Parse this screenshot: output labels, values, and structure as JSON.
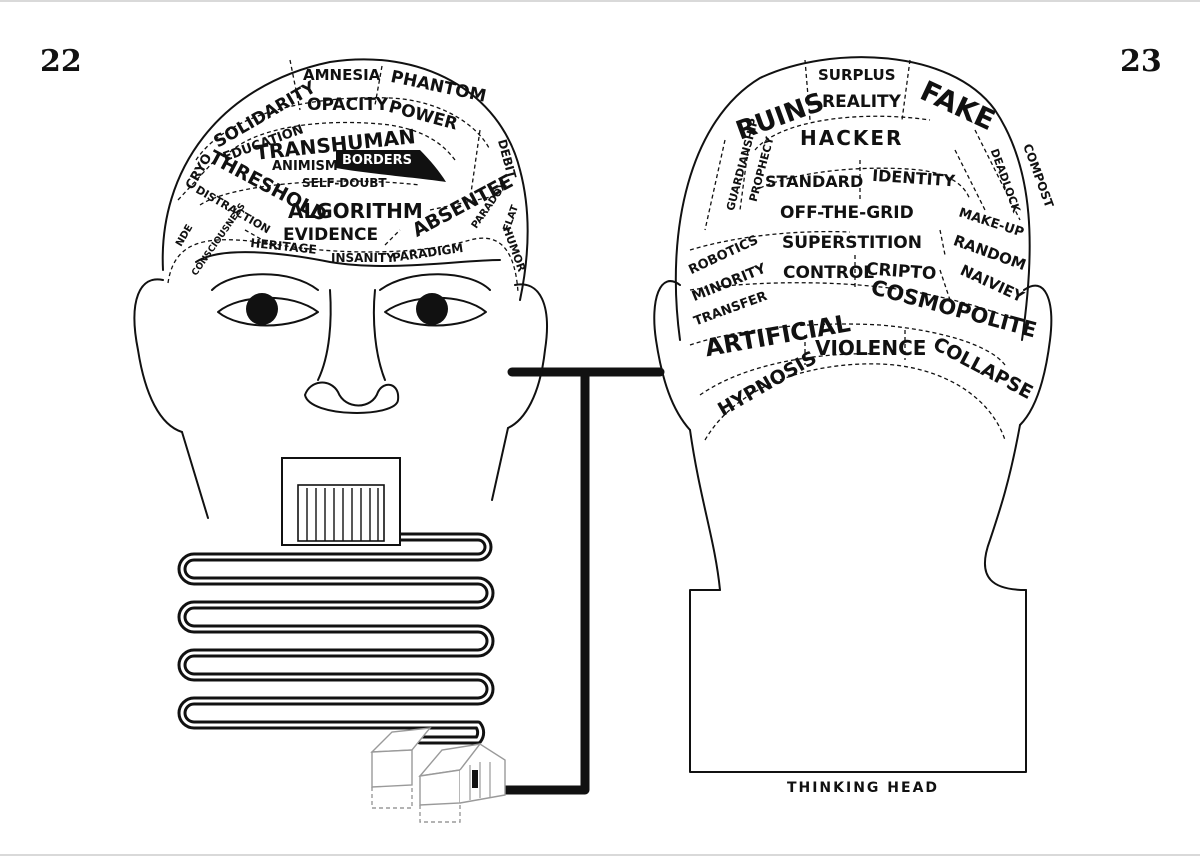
{
  "page_numbers": {
    "left": "22",
    "right": "23"
  },
  "caption": "THINKING HEAD",
  "left_head_words": [
    "SOLIDARITY",
    "AMNESIA",
    "PHANTOM",
    "EDUCATION",
    "OPACITY",
    "POWER",
    "TRANSHUMAN",
    "CRYO",
    "ANIMISM",
    "BORDERS",
    "DEBIT",
    "SELF-DOUBT",
    "THRESHOLD",
    "ALGORITHM",
    "ABSENTEE",
    "DISTRACTION",
    "EVIDENCE",
    "PARADOX",
    "FLAT",
    "NDE",
    "HUMOR",
    "CONSCIOUSNESS",
    "HERITAGE",
    "INSANITY",
    "PARADIGM"
  ],
  "right_head_words": [
    "SURPLUS",
    "RUINS",
    "REALITY",
    "FAKE",
    "HACKER",
    "GUARDIANSHIP",
    "PROPHECY",
    "STANDARD",
    "IDENTITY",
    "DEADLOCK",
    "COMPOST",
    "OFF-THE-GRID",
    "ROBOTICS",
    "MAKE-UP",
    "SUPERSTITION",
    "MINORITY",
    "RANDOM",
    "CONTROL",
    "CRIPTO",
    "TRANSFER",
    "NAIVIEY",
    "ARTIFICIAL",
    "COSMOPOLITE",
    "HYPNOSIS",
    "VIOLENCE",
    "COLLAPSE"
  ],
  "colors": {
    "ink": "#111111",
    "paper": "#ffffff",
    "ghost": "#9a9a9a"
  },
  "icons": [
    "facing-head-illustration",
    "back-of-head-illustration",
    "coiled-pipe",
    "house-outline"
  ]
}
